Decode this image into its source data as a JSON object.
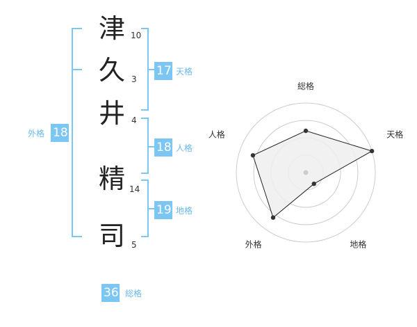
{
  "name": {
    "chars": [
      {
        "char": "津",
        "strokes": "10"
      },
      {
        "char": "久",
        "strokes": "3"
      },
      {
        "char": "井",
        "strokes": "4"
      },
      {
        "char": "精",
        "strokes": "14"
      },
      {
        "char": "司",
        "strokes": "5"
      }
    ]
  },
  "fortune": {
    "tenkaku": {
      "value": "17",
      "label": "天格"
    },
    "jinkaku": {
      "value": "18",
      "label": "人格"
    },
    "chikaku": {
      "value": "19",
      "label": "地格"
    },
    "gaikaku": {
      "value": "18",
      "label": "外格"
    },
    "soukaku": {
      "value": "36",
      "label": "総格"
    }
  },
  "chart_data": {
    "type": "radar",
    "axes": [
      "総格",
      "天格",
      "地格",
      "外格",
      "人格"
    ],
    "values": [
      3,
      5,
      1,
      4,
      4
    ],
    "max": 5,
    "rings": 4,
    "colors": {
      "fill": "#efefef",
      "stroke": "#222222",
      "grid": "#cccccc",
      "point": "#333333",
      "center": "#cccccc"
    }
  },
  "colors": {
    "accent": "#7cc6f4",
    "accent_text": "#6ab8ea",
    "text": "#222222"
  }
}
